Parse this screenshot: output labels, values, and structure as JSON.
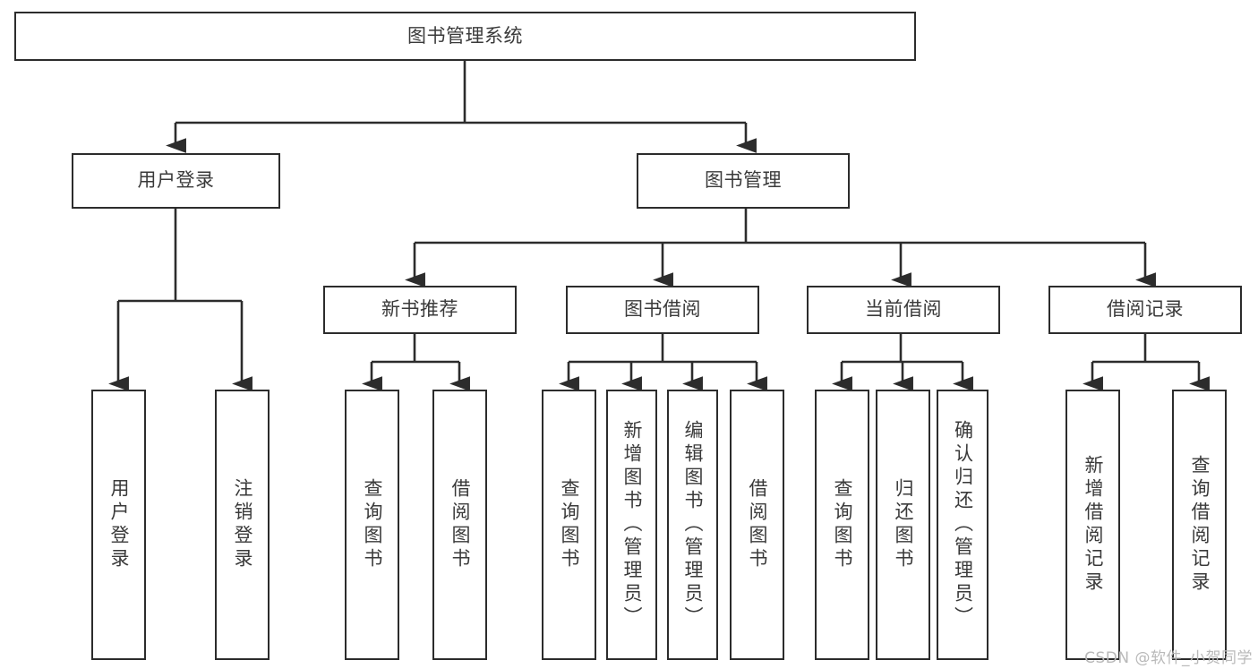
{
  "diagram": {
    "type": "tree-hierarchy-flowchart",
    "title": "图书管理系统",
    "orientation": "top-down",
    "colors": {
      "box_border": "#2c2c2c",
      "box_fill": "#ffffff",
      "text": "#3a3a3a",
      "connector": "#2c2c2c",
      "watermark": "#b9b9b9",
      "background": "#ffffff"
    },
    "nodes": {
      "root": {
        "id": "root",
        "label": "图书管理系统",
        "level": 1,
        "text_orientation": "horizontal"
      },
      "level2": [
        {
          "id": "user-login",
          "label": "用户登录",
          "level": 2,
          "text_orientation": "horizontal"
        },
        {
          "id": "book-management",
          "label": "图书管理",
          "level": 2,
          "text_orientation": "horizontal"
        }
      ],
      "level3": [
        {
          "id": "new-book-recommend",
          "label": "新书推荐",
          "level": 3,
          "parent": "book-management",
          "text_orientation": "horizontal"
        },
        {
          "id": "book-borrow",
          "label": "图书借阅",
          "level": 3,
          "parent": "book-management",
          "text_orientation": "horizontal"
        },
        {
          "id": "current-borrow",
          "label": "当前借阅",
          "level": 3,
          "parent": "book-management",
          "text_orientation": "horizontal"
        },
        {
          "id": "borrow-record",
          "label": "借阅记录",
          "level": 3,
          "parent": "book-management",
          "text_orientation": "horizontal"
        }
      ],
      "leaves": [
        {
          "id": "leaf-user-login",
          "label": "用户登录",
          "parent": "user-login",
          "text_orientation": "vertical"
        },
        {
          "id": "leaf-logout-login",
          "label": "注销登录",
          "parent": "user-login",
          "text_orientation": "vertical"
        },
        {
          "id": "leaf-query-book-1",
          "label": "查询图书",
          "parent": "new-book-recommend",
          "text_orientation": "vertical"
        },
        {
          "id": "leaf-borrow-book-1",
          "label": "借阅图书",
          "parent": "new-book-recommend",
          "text_orientation": "vertical"
        },
        {
          "id": "leaf-query-book-2",
          "label": "查询图书",
          "parent": "book-borrow",
          "text_orientation": "vertical"
        },
        {
          "id": "leaf-add-book-admin",
          "label": "新增图书（管理员）",
          "parent": "book-borrow",
          "text_orientation": "vertical"
        },
        {
          "id": "leaf-edit-book-admin",
          "label": "编辑图书（管理员）",
          "parent": "book-borrow",
          "text_orientation": "vertical"
        },
        {
          "id": "leaf-borrow-book-2",
          "label": "借阅图书",
          "parent": "book-borrow",
          "text_orientation": "vertical"
        },
        {
          "id": "leaf-query-book-3",
          "label": "查询图书",
          "parent": "current-borrow",
          "text_orientation": "vertical"
        },
        {
          "id": "leaf-return-book",
          "label": "归还图书",
          "parent": "current-borrow",
          "text_orientation": "vertical"
        },
        {
          "id": "leaf-confirm-return-admin",
          "label": "确认归还（管理员）",
          "parent": "current-borrow",
          "text_orientation": "vertical"
        },
        {
          "id": "leaf-add-borrow-record",
          "label": "新增借阅记录",
          "parent": "borrow-record",
          "text_orientation": "vertical"
        },
        {
          "id": "leaf-query-borrow-record",
          "label": "查询借阅记录",
          "parent": "borrow-record",
          "text_orientation": "vertical"
        }
      ]
    }
  },
  "watermark": {
    "text": "CSDN @软件_小贺同学"
  }
}
